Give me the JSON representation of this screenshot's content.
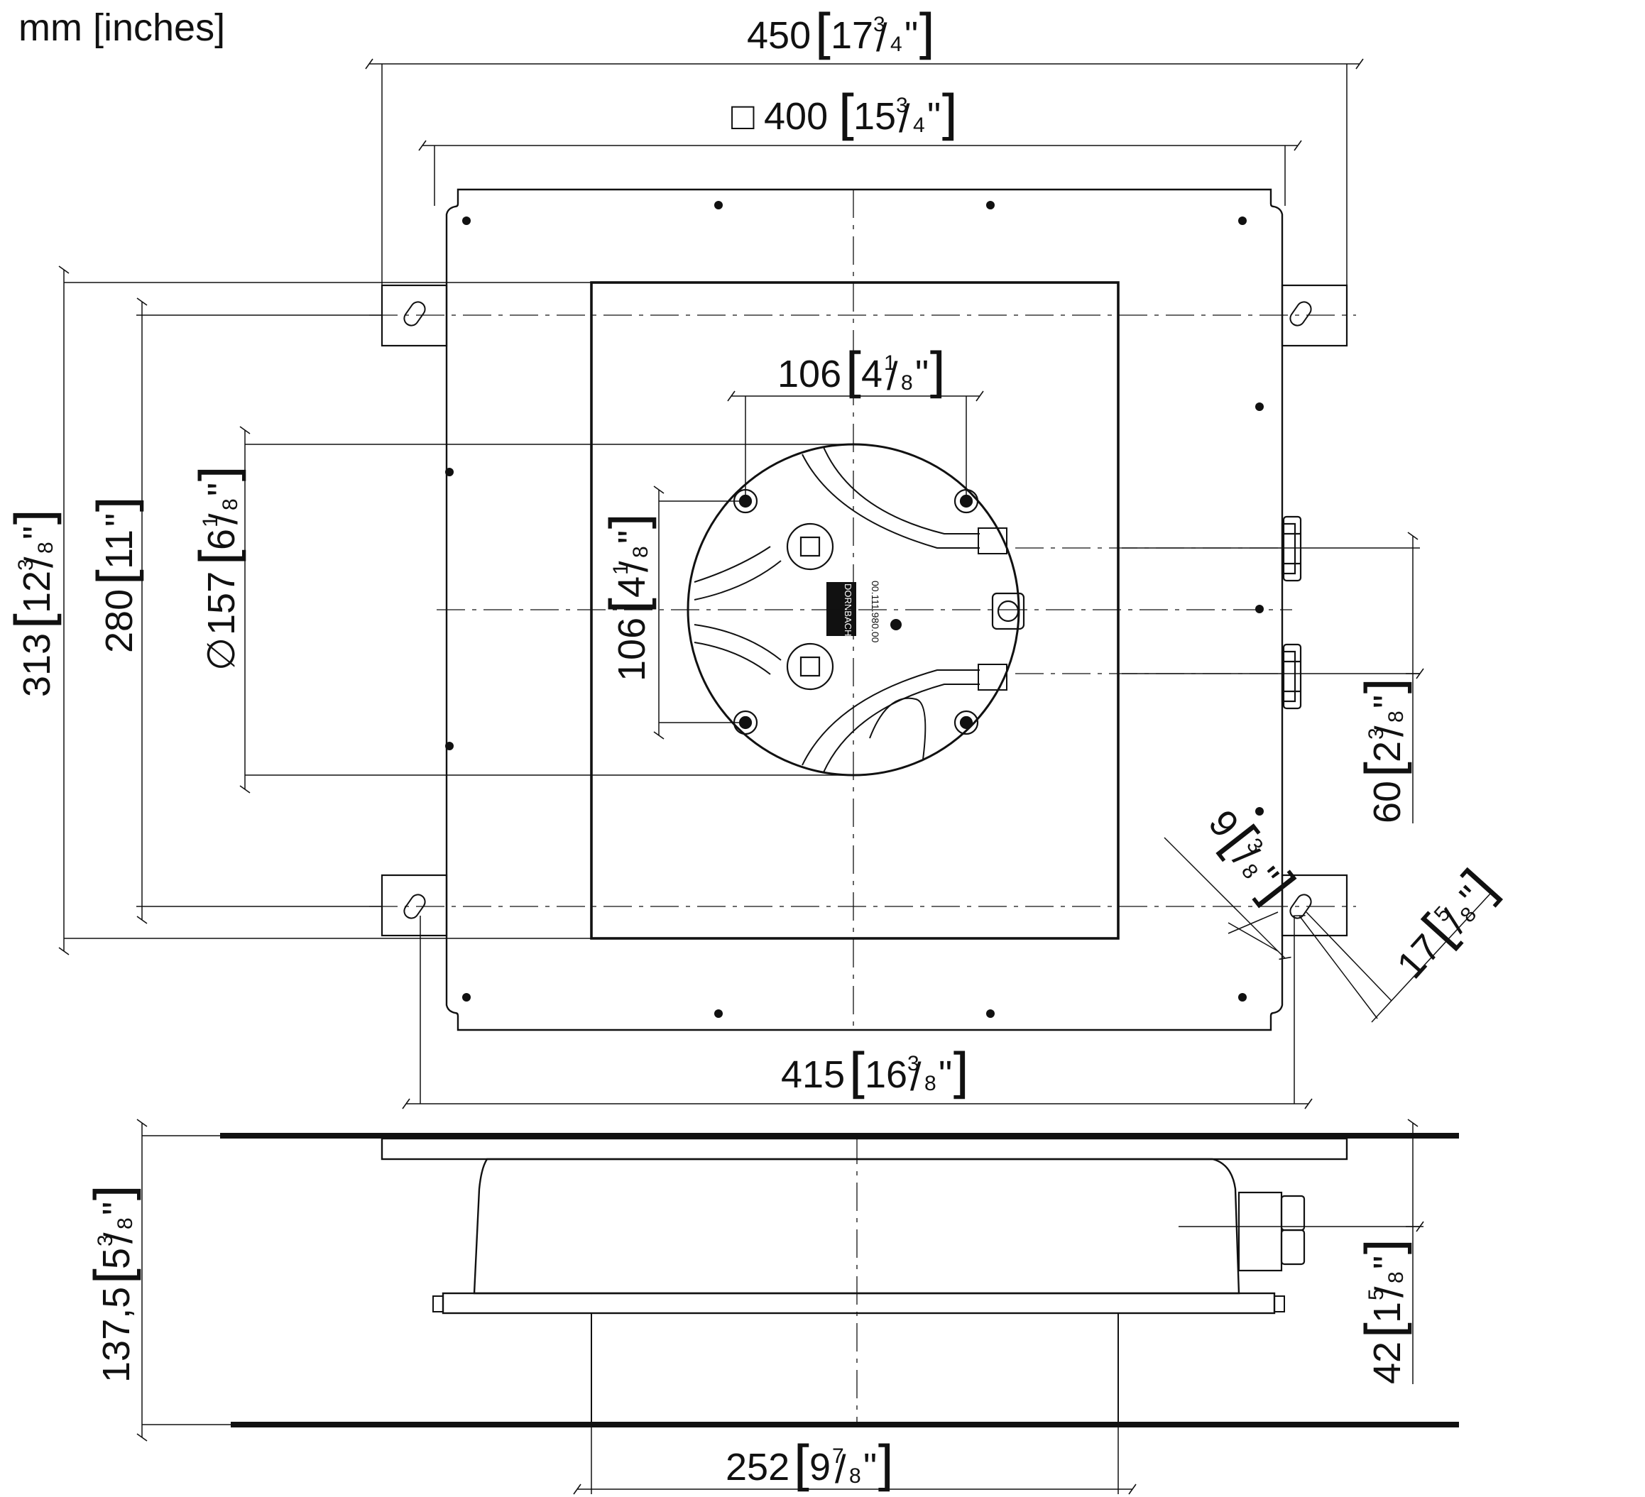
{
  "units_label": "mm [inches]",
  "brand_mark": "DORNBACHT",
  "label_code": "00.111.980.00",
  "dimensions": {
    "width_450": {
      "mm": "450",
      "whole": "17",
      "num": "3",
      "den": "4"
    },
    "square_400": {
      "prefix": "□",
      "mm": "400",
      "whole": "15",
      "num": "3",
      "den": "4"
    },
    "bolt_106_h": {
      "mm": "106",
      "whole": "4",
      "num": "1",
      "den": "8"
    },
    "bolt_106_v": {
      "mm": "106",
      "whole": "4",
      "num": "1",
      "den": "8"
    },
    "diam_157": {
      "prefix": "∅",
      "mm": "157",
      "whole": "6",
      "num": "1",
      "den": "8"
    },
    "height_280": {
      "mm": "280",
      "whole": "11",
      "num": "",
      "den": ""
    },
    "height_313": {
      "mm": "313",
      "whole": "12",
      "num": "3",
      "den": "8"
    },
    "width_415": {
      "mm": "415",
      "whole": "16",
      "num": "3",
      "den": "8"
    },
    "offset_60": {
      "mm": "60",
      "whole": "2",
      "num": "3",
      "den": "8"
    },
    "slot_9": {
      "mm": "9",
      "whole": "",
      "num": "3",
      "den": "8"
    },
    "slot_17": {
      "mm": "17",
      "whole": "",
      "num": "5",
      "den": "8"
    },
    "depth_137": {
      "mm": "137,5",
      "whole": "5",
      "num": "3",
      "den": "8"
    },
    "offset_42": {
      "mm": "42",
      "whole": "1",
      "num": "5",
      "den": "8"
    },
    "width_252": {
      "mm": "252",
      "whole": "9",
      "num": "7",
      "den": "8"
    }
  },
  "colors": {
    "line": "#111111",
    "background": "#ffffff"
  }
}
